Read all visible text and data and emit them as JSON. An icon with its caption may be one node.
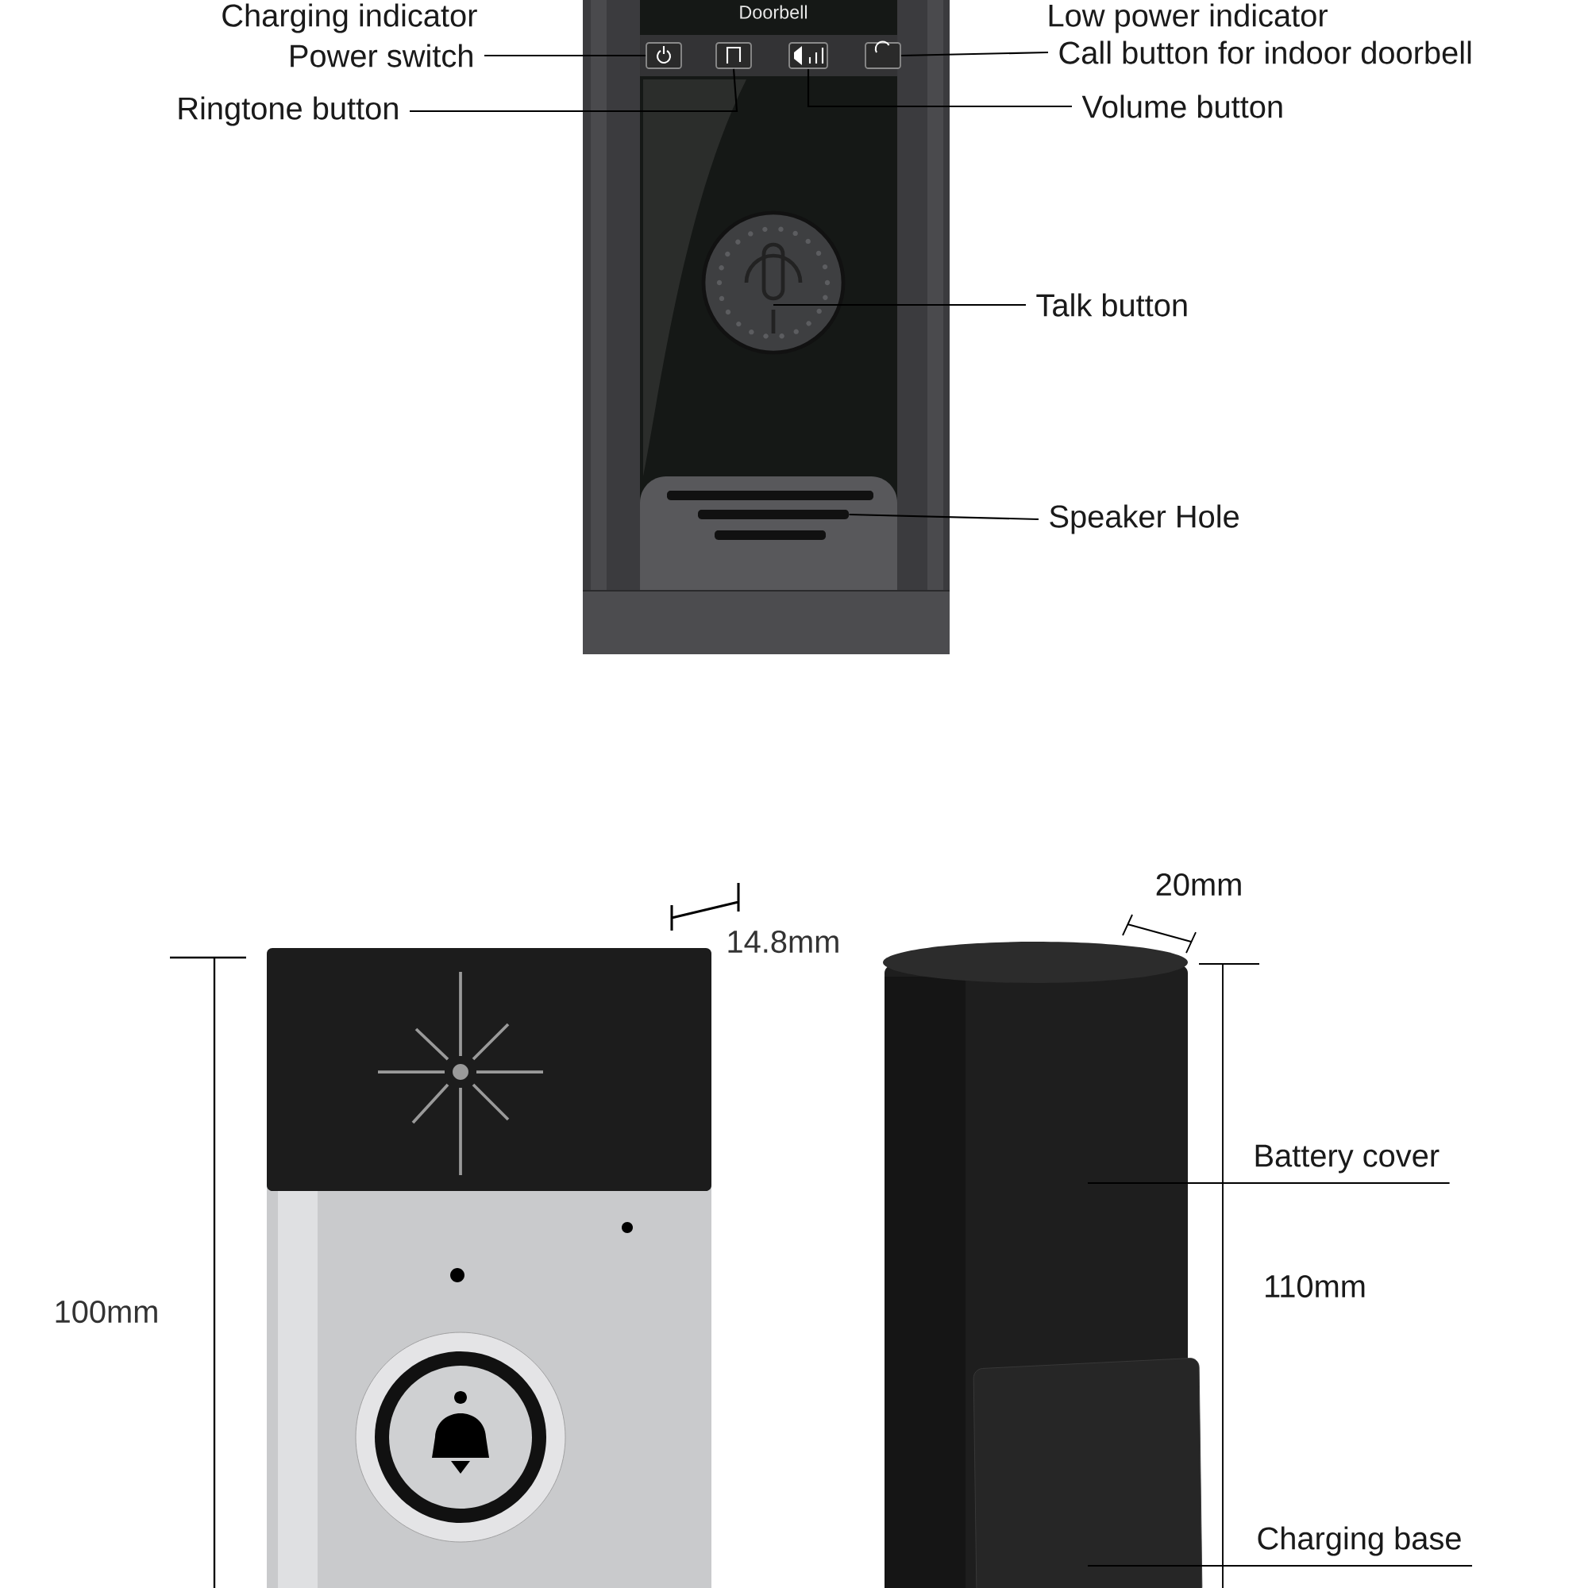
{
  "diagram": {
    "nodes": [
      {
        "text": [
          "Power switch"
        ]
      },
      {
        "text": [
          "Ringtone button"
        ]
      },
      {
        "text": [
          "Call button for indoor doorbell"
        ]
      },
      {
        "text": [
          "Volume button"
        ]
      },
      {
        "text": [
          "Talk button"
        ]
      },
      {
        "text": [
          "Speaker Hole"
        ]
      },
      {
        "text": [
          "Battery cover"
        ]
      },
      {
        "text": [
          "Charging base"
        ]
      },
      {
        "text": [],
        "shape": "box"
      },
      {
        "text": [],
        "shape": "box"
      },
      {
        "text": [],
        "shape": "box"
      },
      {
        "text": [],
        "shape": "box"
      },
      {
        "text": [],
        "shape": "circle"
      },
      {
        "text": [],
        "shape": "bar"
      }
    ],
    "edges": [
      {
        "from": 0,
        "to": 8,
        "arrow": "none"
      },
      {
        "from": 1,
        "to": 9,
        "arrow": "none"
      },
      {
        "from": 2,
        "to": 11,
        "arrow": "none"
      },
      {
        "from": 3,
        "to": 10,
        "arrow": "none"
      },
      {
        "from": 4,
        "to": 12,
        "arrow": "none"
      },
      {
        "from": 5,
        "to": 13,
        "arrow": "none"
      },
      {
        "from": 6,
        "to": null,
        "arrow": "none"
      },
      {
        "from": 7,
        "to": null,
        "arrow": "none"
      }
    ],
    "labels": [
      "Charging indicator",
      "Doorbell",
      "Low power indicator",
      "20mm",
      "14.8mm",
      "100mm",
      "110mm"
    ]
  }
}
